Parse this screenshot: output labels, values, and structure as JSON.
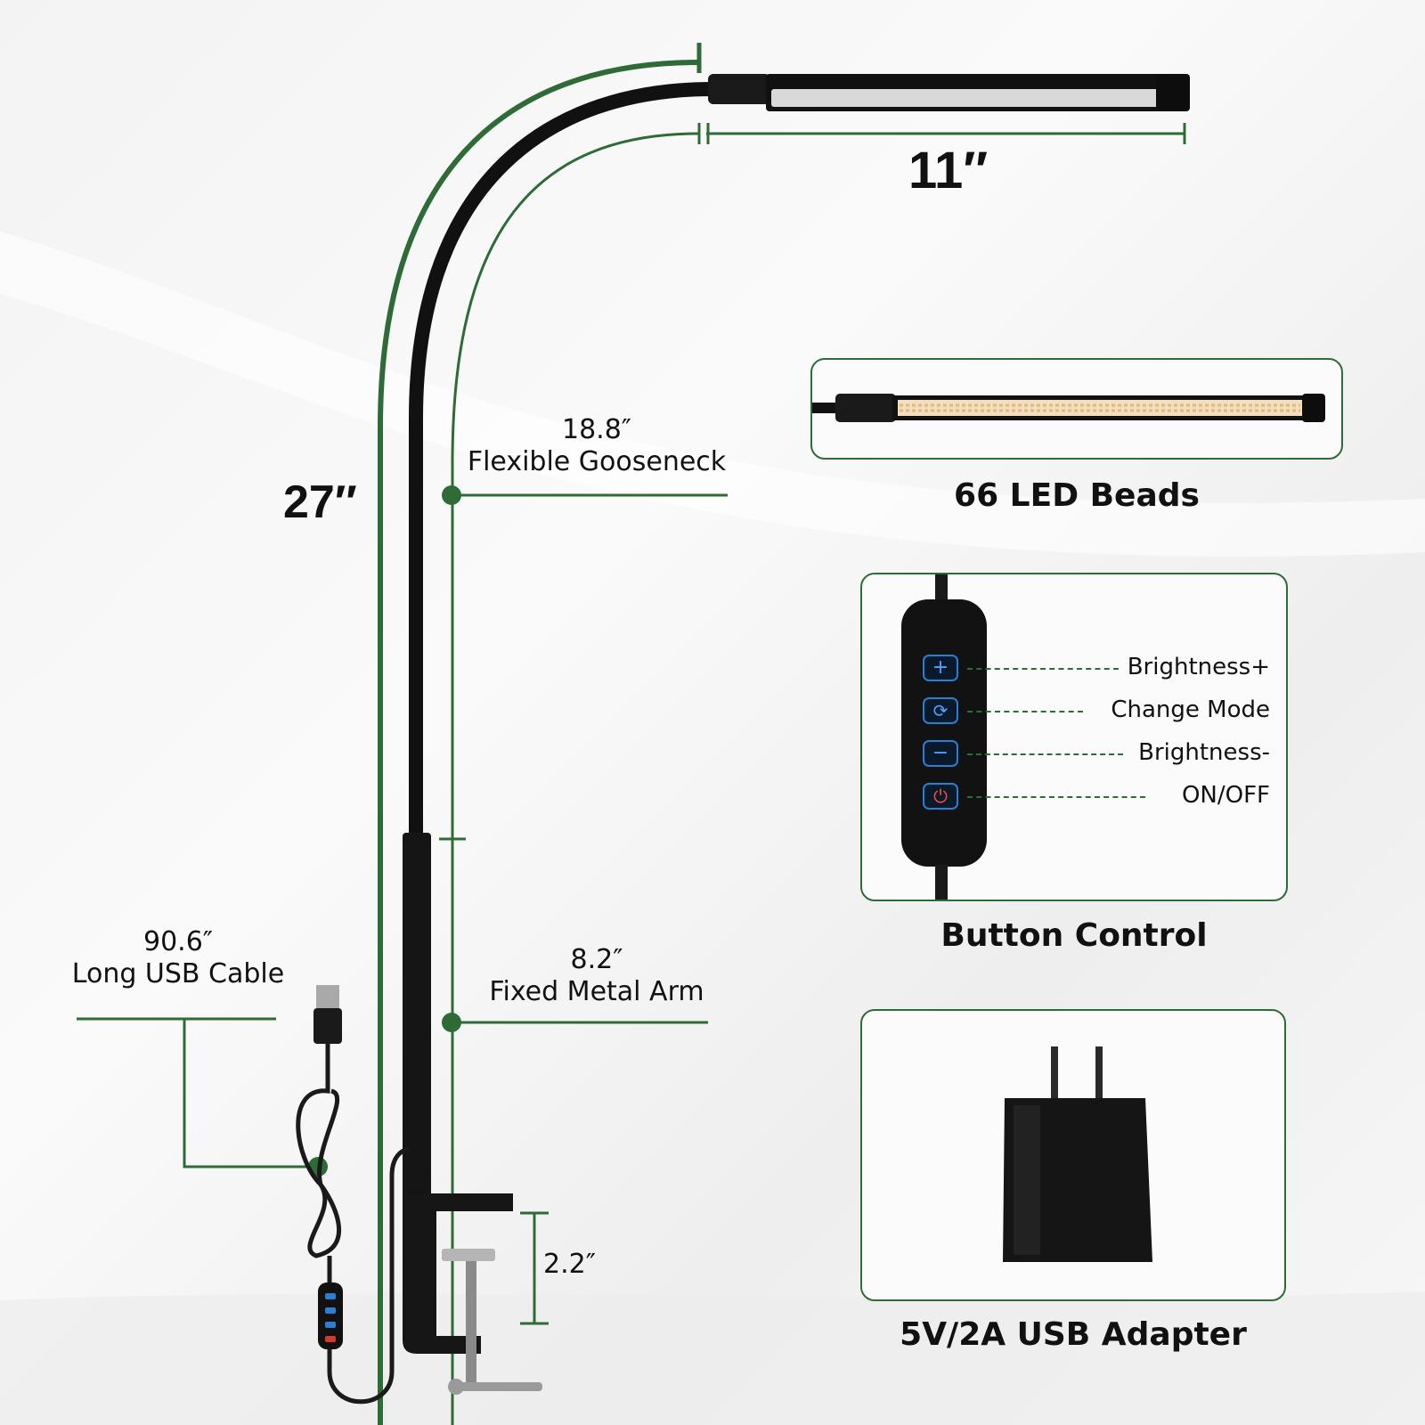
{
  "dimensions": {
    "head_length": "11″",
    "total_height": "27″",
    "gooseneck": {
      "length": "18.8″",
      "label": "Flexible Gooseneck"
    },
    "metal_arm": {
      "length": "8.2″",
      "label": "Fixed Metal Arm"
    },
    "cable": {
      "length": "90.6″",
      "label": "Long USB Cable"
    },
    "clamp": "2.2″"
  },
  "panels": {
    "led": {
      "title": "66 LED Beads"
    },
    "control": {
      "title": "Button Control",
      "buttons": [
        {
          "label": "Brightness+",
          "icon": "plus-icon"
        },
        {
          "label": "Change Mode",
          "icon": "cycle-icon"
        },
        {
          "label": "Brightness-",
          "icon": "minus-icon"
        },
        {
          "label": "ON/OFF",
          "icon": "power-icon"
        }
      ]
    },
    "adapter": {
      "title": "5V/2A USB Adapter"
    }
  },
  "colors": {
    "accent": "#2f6b36",
    "lamp": "#111111",
    "button_glow": "#2a7fd4",
    "power": "#d33b2c"
  }
}
